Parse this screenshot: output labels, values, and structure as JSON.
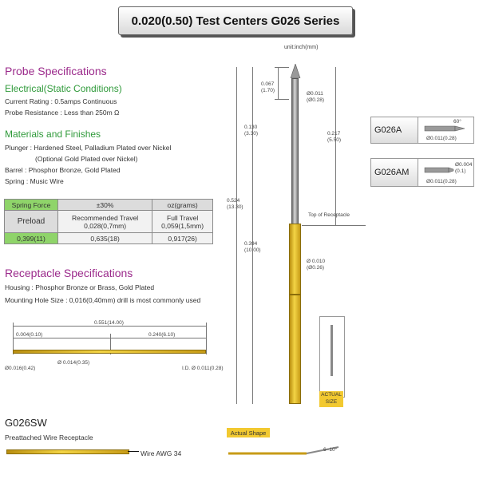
{
  "title": "0.020(0.50) Test Centers G026 Series",
  "unit_label": "unit:inch(mm)",
  "probe_specs": {
    "heading": "Probe Specifications",
    "electrical_heading": "Electrical(Static Conditions)",
    "current_rating": "Current Rating : 0.5amps Continuous",
    "probe_resistance": "Probe Resistance : Less than 250m Ω",
    "materials_heading": "Materials and Finishes",
    "plunger": "Plunger : Hardened Steel, Palladium Plated over Nickel",
    "plunger_note": "(Optional Gold Plated over Nickel)",
    "barrel": "Barrel : Phosphor Bronze, Gold Plated",
    "spring": "Spring : Music Wire"
  },
  "spring_table": {
    "spring_force": "Spring Force",
    "tolerance": "±30%",
    "unit": "oz(grams)",
    "preload": "Preload",
    "recommended_travel_label": "Recommended Travel",
    "recommended_travel_value": "0,028(0,7mm)",
    "full_travel_label": "Full Travel",
    "full_travel_value": "0,059(1,5mm)",
    "preload_value": "0,399(11)",
    "recommended_force": "0,635(18)",
    "full_force": "0,917(26)"
  },
  "receptacle_specs": {
    "heading": "Receptacle Specifications",
    "housing": "Housing : Phosphor Bronze or Brass, Gold Plated",
    "mounting": "Mounting Hole Size : 0,016(0,40mm) drill is most commonly used"
  },
  "receptacle_dims": {
    "overall": "0.551(14.00)",
    "left": "0.004(0.10)",
    "right": "0.240(6.10)",
    "outer_dia": "Ø0.016(0.42)",
    "inner_dia": "Ø 0.014(0.35)",
    "id_dia": "I.D. Ø 0.011(0.28)"
  },
  "probe_dims": {
    "tip_len": "0.067\n(1.70)",
    "tip_dia": "Ø0.011\n(Ø0.28)",
    "plunger_len": "0.130\n(3.30)",
    "top_len": "0.217\n(5.50)",
    "total_len": "0.524\n(13.30)",
    "barrel_len": "0.394\n(10.00)",
    "barrel_dia": "Ø 0.010\n(Ø0.26)",
    "top_of_receptacle": "Top of Receptacle"
  },
  "variants": {
    "a_label": "G026A",
    "a_angle": "60°",
    "a_dia": "Ø0.011(0.28)",
    "am_label": "G026AM",
    "am_small_dia": "Ø0.004\n(0.1)",
    "am_dia": "Ø0.011(0.28)"
  },
  "actual_size": "ACTUAL\nSIZE",
  "g026sw": {
    "label": "G026SW",
    "subtitle": "Preattached Wire Receptacle",
    "wire": "Wire AWG 34"
  },
  "actual_shape": "Actual Shape",
  "shape_angle": "6~10°",
  "colors": {
    "heading_purple": "#9b2a8b",
    "heading_green": "#2f9a3a",
    "gold": "#e9c430",
    "table_green": "#8fd46a"
  }
}
